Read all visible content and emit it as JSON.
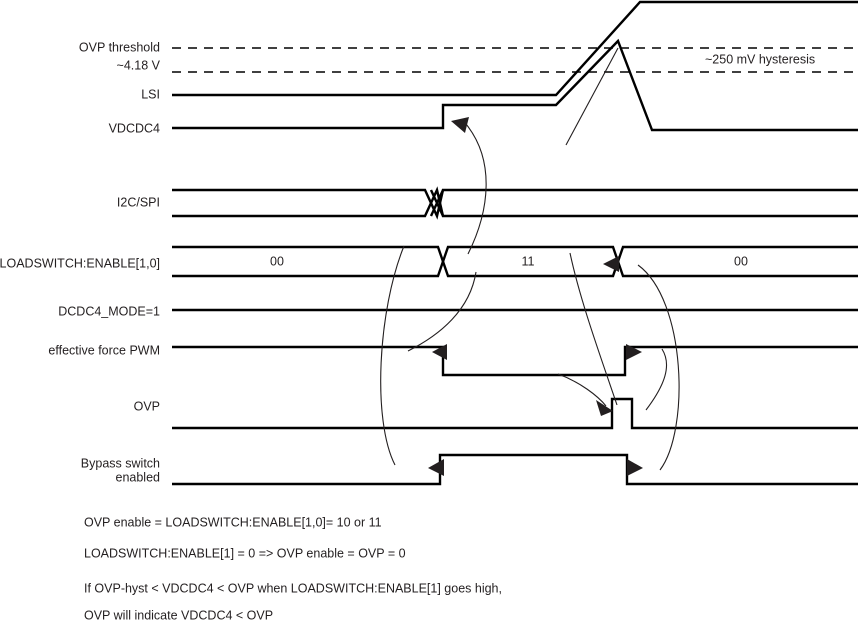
{
  "diagram": {
    "title": "VDCDC4 OVP and bypass switch timing diagram",
    "stroke_color": "#000000",
    "text_color": "#231f20",
    "background": "#ffffff"
  },
  "labels": {
    "ovp_threshold_line1": "OVP threshold",
    "ovp_threshold_line2": "~4.18 V",
    "lsi": "LSI",
    "vdcdc4": "VDCDC4",
    "i2c_spi": "I2C/SPI",
    "loadswitch_enable": "LOADSWITCH:ENABLE[1,0]",
    "dcdc4_mode": "DCDC4_MODE=1",
    "effective_force_pwm": "effective force PWM",
    "ovp": "OVP",
    "bypass_switch_line1": "Bypass switch",
    "bypass_switch_line2": "enabled"
  },
  "annotations": {
    "hysteresis": "~250 mV hysteresis"
  },
  "bus_values": {
    "loadswitch": [
      {
        "value": "00",
        "center_x": 277
      },
      {
        "value": "11",
        "center_x": 528
      },
      {
        "value": "00",
        "center_x": 741
      }
    ]
  },
  "notes": [
    "OVP enable = LOADSWITCH:ENABLE[1,0]= 10 or 11",
    "LOADSWITCH:ENABLE[1] = 0 => OVP enable = OVP = 0",
    "If OVP-hyst < VDCDC4 < OVP when LOADSWITCH:ENABLE[1] goes high,",
    "OVP will indicate VDCDC4 < OVP"
  ],
  "chart_data": {
    "type": "line",
    "title": "VDCDC4 OVP and bypass switch timing diagram",
    "xlabel": "",
    "ylabel": "",
    "x_range": [
      170,
      858
    ],
    "signals": [
      {
        "name": "OVP threshold",
        "style": "dashed",
        "y": 48,
        "description": "OVP threshold ~4.18 V upper dashed reference line"
      },
      {
        "name": "OVP threshold hysteresis",
        "style": "dashed",
        "y": 72,
        "description": "lower dashed line, ~250 mV hysteresis below OVP threshold"
      },
      {
        "name": "LSI",
        "style": "analog",
        "points": [
          [
            170,
            95
          ],
          [
            556,
            95
          ],
          [
            640,
            2
          ],
          [
            858,
            2
          ]
        ],
        "description": "LSI ramps from low level up past OVP threshold and saturates high"
      },
      {
        "name": "VDCDC4",
        "style": "analog",
        "points": [
          [
            170,
            128
          ],
          [
            443,
            128
          ],
          [
            443,
            105
          ],
          [
            556,
            105
          ],
          [
            618,
            41
          ],
          [
            652,
            130
          ],
          [
            858,
            130
          ]
        ],
        "description": "VDCDC4 steps up when bypass switch closes, follows LSI above OVP threshold, then drops when OVP trips"
      },
      {
        "name": "I2C/SPI",
        "style": "bus",
        "top_y": 190,
        "bottom_y": 216,
        "transitions": [
          425,
          445
        ],
        "description": "bus transaction crossing at the LOADSWITCH write"
      },
      {
        "name": "LOADSWITCH:ENABLE[1,0]",
        "style": "bus",
        "top_y": 247,
        "bottom_y": 276,
        "segments": [
          {
            "value": "00",
            "x_start": 170,
            "x_end": 443
          },
          {
            "value": "11",
            "x_start": 443,
            "x_end": 618
          },
          {
            "value": "00",
            "x_start": 618,
            "x_end": 858
          }
        ]
      },
      {
        "name": "DCDC4_MODE=1",
        "style": "digital",
        "points": [
          [
            170,
            310
          ],
          [
            858,
            310
          ]
        ],
        "description": "static high"
      },
      {
        "name": "effective force PWM",
        "style": "digital",
        "points": [
          [
            170,
            347
          ],
          [
            443,
            347
          ],
          [
            443,
            375
          ],
          [
            625,
            375
          ],
          [
            625,
            347
          ],
          [
            858,
            347
          ]
        ],
        "high_y": 347,
        "low_y": 375,
        "description": "goes low while bypass switch is enabled"
      },
      {
        "name": "OVP",
        "style": "digital",
        "points": [
          [
            170,
            428
          ],
          [
            612,
            428
          ],
          [
            612,
            399
          ],
          [
            632,
            399
          ],
          [
            632,
            428
          ],
          [
            858,
            428
          ]
        ],
        "high_y": 399,
        "low_y": 428,
        "description": "short OVP pulse when VDCDC4 exceeds OVP threshold"
      },
      {
        "name": "Bypass switch enabled",
        "style": "digital",
        "points": [
          [
            170,
            484
          ],
          [
            440,
            484
          ],
          [
            440,
            455
          ],
          [
            627,
            455
          ],
          [
            627,
            484
          ],
          [
            858,
            484
          ]
        ],
        "high_y": 455,
        "low_y": 484,
        "description": "bypass switch is enabled between the LOADSWITCH 11 write and the OVP trip"
      }
    ],
    "causal_arrows": [
      {
        "from": "LOADSWITCH rising edge",
        "to": "VDCDC4 step up"
      },
      {
        "from": "LOADSWITCH rising edge",
        "to": "effective force PWM falling edge"
      },
      {
        "from": "LOADSWITCH rising edge",
        "to": "Bypass switch enabled rising edge"
      },
      {
        "from": "OVP pulse",
        "to": "LOADSWITCH falls to 00"
      },
      {
        "from": "OVP pulse",
        "to": "effective force PWM rising edge"
      },
      {
        "from": "OVP pulse",
        "to": "Bypass switch enabled falling edge"
      }
    ]
  }
}
